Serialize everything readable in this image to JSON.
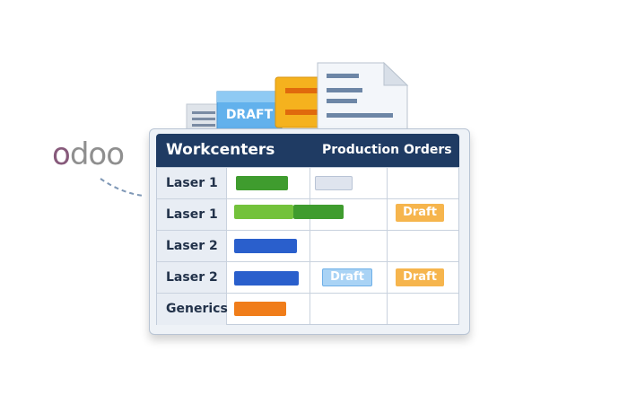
{
  "brand": {
    "logo_text": "odoo"
  },
  "document": {
    "draft_tag": "DRAFT"
  },
  "board": {
    "title": "Workcenters",
    "subtitle": "Production Orders",
    "rows": [
      {
        "label": "Laser 1"
      },
      {
        "label": "Laser 1",
        "chip_right": "Draft"
      },
      {
        "label": "Laser 2"
      },
      {
        "label": "Laser 2",
        "chip_mid": "Draft",
        "chip_right": "Draft"
      },
      {
        "label": "Generics"
      }
    ]
  },
  "colors": {
    "header": "#1f3b63",
    "green": "#3f9c2e",
    "light_green": "#73c23b",
    "blue": "#2a5fcc",
    "orange": "#f07d1a",
    "draft_orange": "#f6b54d",
    "draft_blue": "#a9d3f5",
    "logo_purple": "#875a7b"
  }
}
